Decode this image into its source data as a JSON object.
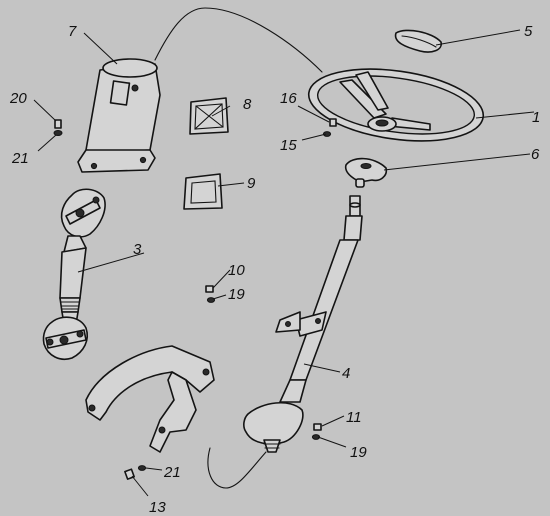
{
  "callouts": [
    {
      "id": "1",
      "label": "1"
    },
    {
      "id": "3",
      "label": "3"
    },
    {
      "id": "4",
      "label": "4"
    },
    {
      "id": "5",
      "label": "5"
    },
    {
      "id": "6",
      "label": "6"
    },
    {
      "id": "7",
      "label": "7"
    },
    {
      "id": "8",
      "label": "8"
    },
    {
      "id": "9",
      "label": "9"
    },
    {
      "id": "10",
      "label": "10"
    },
    {
      "id": "11",
      "label": "11"
    },
    {
      "id": "13",
      "label": "13"
    },
    {
      "id": "15",
      "label": "15"
    },
    {
      "id": "16",
      "label": "16"
    },
    {
      "id": "19a",
      "label": "19"
    },
    {
      "id": "19b",
      "label": "19"
    },
    {
      "id": "20",
      "label": "20"
    },
    {
      "id": "21a",
      "label": "21"
    },
    {
      "id": "21b",
      "label": "21"
    }
  ],
  "colors": {
    "background": "#c4c4c4",
    "line": "#141414",
    "part_fill": "#d4d4d4"
  }
}
